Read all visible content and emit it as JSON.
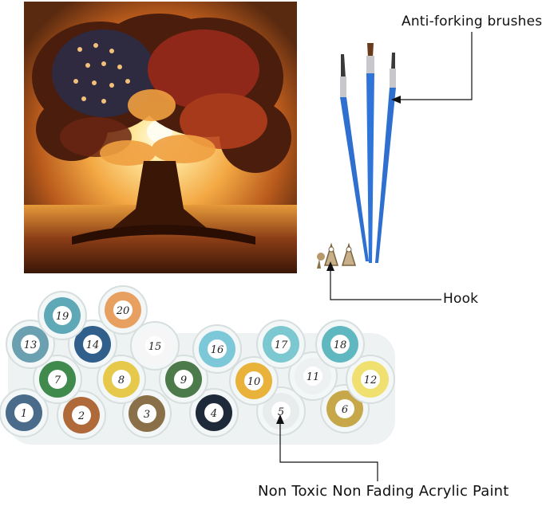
{
  "labels": {
    "brushes": "Anti-forking brushes",
    "hook": "Hook",
    "paint": "Non Toxic Non Fading Acrylic Paint"
  },
  "paint_pots": [
    {
      "number": "1",
      "color": "#4a6b8a"
    },
    {
      "number": "2",
      "color": "#b06a3a"
    },
    {
      "number": "3",
      "color": "#8a7048"
    },
    {
      "number": "4",
      "color": "#1e2a3a"
    },
    {
      "number": "5",
      "color": "#e8ecec"
    },
    {
      "number": "6",
      "color": "#c6a84a"
    },
    {
      "number": "7",
      "color": "#3f8a4c"
    },
    {
      "number": "8",
      "color": "#e6c84a"
    },
    {
      "number": "9",
      "color": "#4d7a4a"
    },
    {
      "number": "10",
      "color": "#e9b23a"
    },
    {
      "number": "11",
      "color": "#eef1f1"
    },
    {
      "number": "12",
      "color": "#f0e070"
    },
    {
      "number": "13",
      "color": "#6aa0b0"
    },
    {
      "number": "14",
      "color": "#2f5f8a"
    },
    {
      "number": "15",
      "color": "#f6f6f6"
    },
    {
      "number": "16",
      "color": "#7cc8d8"
    },
    {
      "number": "17",
      "color": "#7cc8d0"
    },
    {
      "number": "18",
      "color": "#5fb8c0"
    },
    {
      "number": "19",
      "color": "#5fa8b8"
    },
    {
      "number": "20",
      "color": "#e8a060"
    }
  ]
}
